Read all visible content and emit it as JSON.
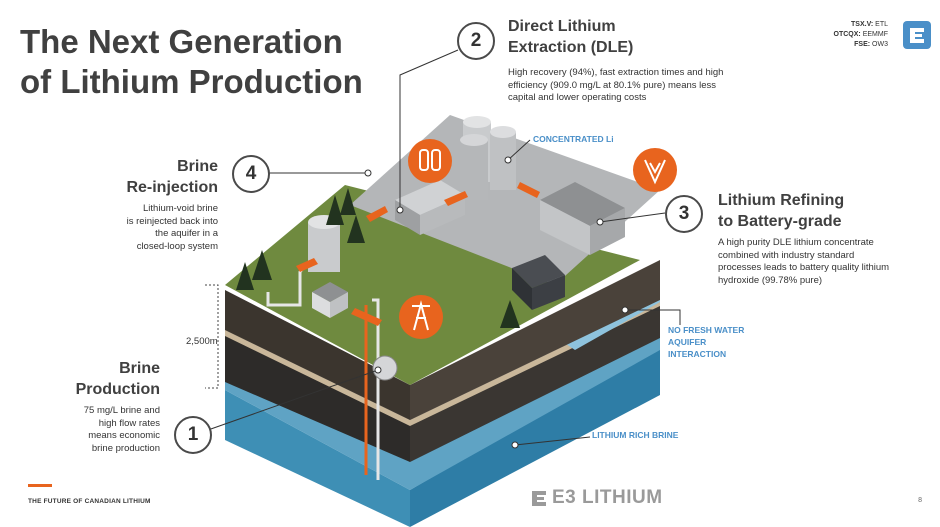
{
  "title": {
    "line1": "The Next Generation",
    "line2": "of Lithium Production"
  },
  "tickers": [
    {
      "exchange": "TSX.V:",
      "symbol": "ETL"
    },
    {
      "exchange": "OTCQX:",
      "symbol": "EEMMF"
    },
    {
      "exchange": "FSE:",
      "symbol": "OW3"
    }
  ],
  "steps": [
    {
      "number": "1",
      "heading_line1": "Brine",
      "heading_line2": "Production",
      "body": [
        "75 mg/L brine and",
        "high flow rates",
        "means economic",
        "brine production"
      ]
    },
    {
      "number": "2",
      "heading_line1": "Direct Lithium",
      "heading_line2": "Extraction (DLE)",
      "body": [
        "High recovery (94%), fast extraction times and high",
        "efficiency (909.0 mg/L at 80.1% pure) means less",
        "capital and lower operating costs"
      ]
    },
    {
      "number": "3",
      "heading_line1": "Lithium Refining",
      "heading_line2": "to Battery-grade",
      "body": [
        "A high purity DLE lithium concentrate",
        "combined with industry standard",
        "processes leads to battery quality lithium",
        "hydroxide (99.78% pure)"
      ]
    },
    {
      "number": "4",
      "heading_line1": "Brine",
      "heading_line2": "Re-injection",
      "body": [
        "Lithium-void brine",
        "is reinjected back into",
        "the aquifer in a",
        "closed-loop system"
      ]
    }
  ],
  "depth_label": "2,500m",
  "labels": {
    "concentrated": "CONCENTRATED Li",
    "no_fresh_water": [
      "NO FRESH WATER",
      "AQUIFER",
      "INTERACTION"
    ],
    "rich_brine": "LITHIUM RICH BRINE"
  },
  "footer": {
    "tagline": "THE FUTURE OF CANADIAN LITHIUM",
    "brand": "E3 LITHIUM",
    "page": "8"
  },
  "colors": {
    "accent": "#e8641e",
    "label_blue": "#4a8fc8",
    "grass": "#6f8a3f",
    "ground": "#2d2b29",
    "brine": "#5fa3c4"
  }
}
